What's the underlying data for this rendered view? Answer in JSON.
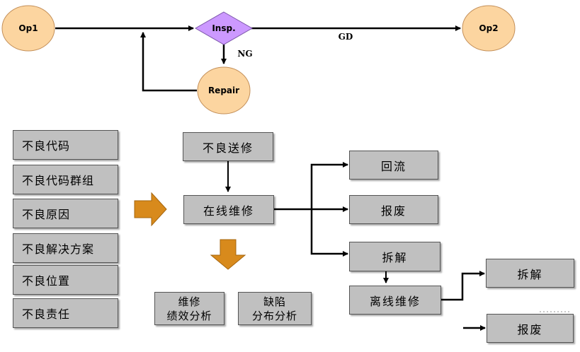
{
  "flow": {
    "op1": "Op1",
    "insp": "Insp.",
    "op2": "Op2",
    "repair": "Repair",
    "gd": "GD",
    "ng": "NG"
  },
  "defect_list": [
    "不良代码",
    "不良代码群组",
    "不良原因",
    "不良解决方案",
    "不良位置",
    "不良责任"
  ],
  "process": {
    "send_repair": "不良送修",
    "online_repair": "在线维修",
    "reflow": "回流",
    "scrap": "报废",
    "disassemble": "拆解",
    "offline_repair": "离线维修",
    "disassemble2": "拆解",
    "scrap2": "报废"
  },
  "analysis": {
    "repair_line1": "维修",
    "repair_line2": "绩效分析",
    "defect_line1": "缺陷",
    "defect_line2": "分布分析"
  },
  "colors": {
    "node_fill": "#fcd5a0",
    "diamond_fill": "#cc99ff",
    "box_fill": "#c0c0c0",
    "arrow_fill": "#d88a1c"
  }
}
